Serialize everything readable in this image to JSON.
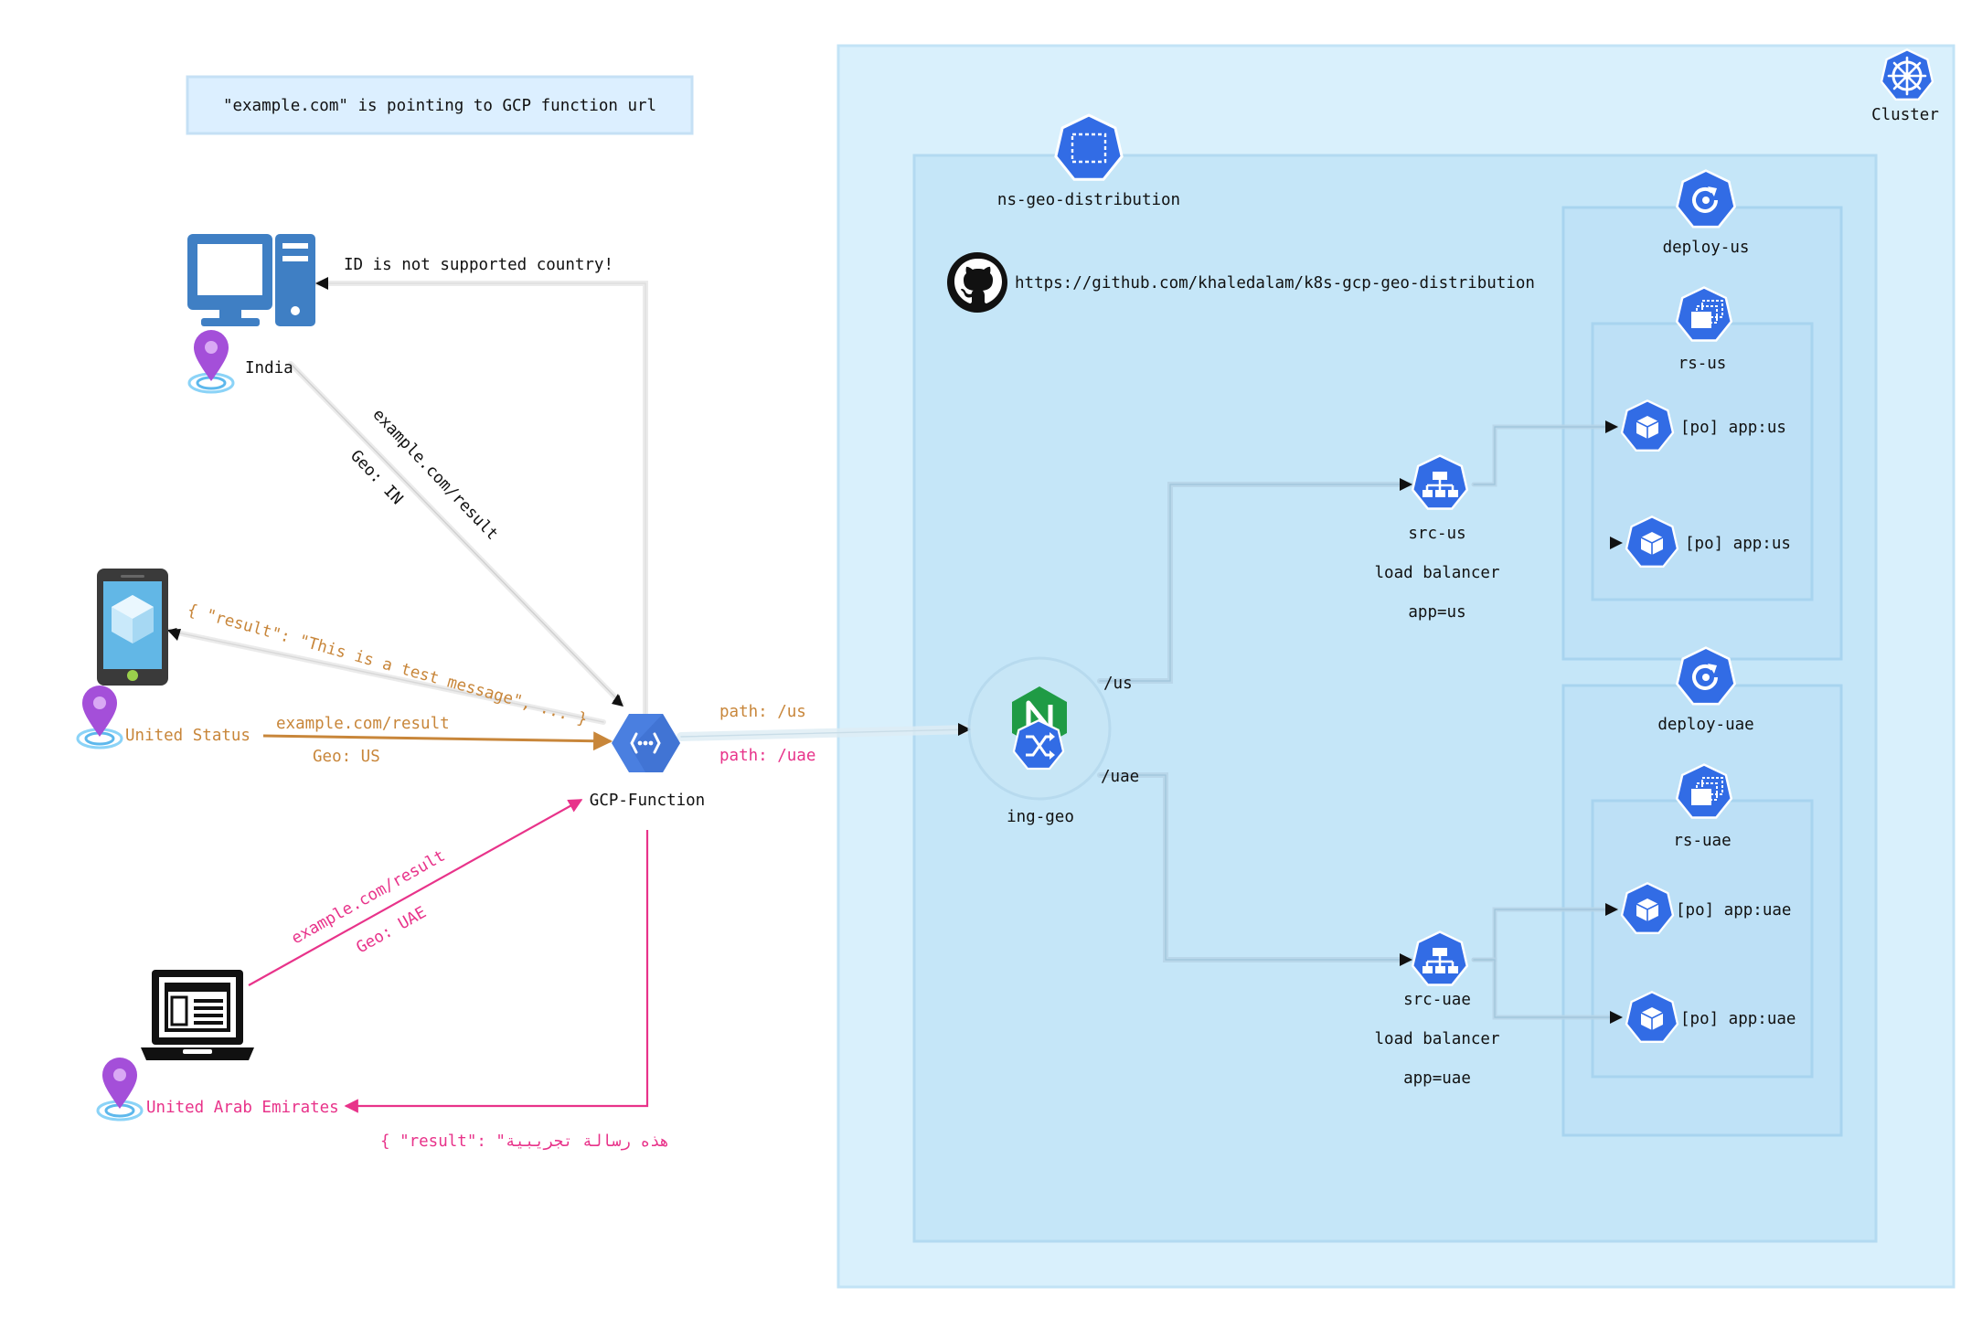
{
  "note": "\"example.com\" is pointing to GCP function url",
  "cluster": {
    "label": "Cluster"
  },
  "namespace": {
    "label": "ns-geo-distribution"
  },
  "github": {
    "url": "https://github.com/khaledalam/k8s-gcp-geo-distribution"
  },
  "clients": {
    "india": {
      "location": "India",
      "request_url": "example.com/result",
      "request_geo": "Geo: IN",
      "response": "ID is not supported country!"
    },
    "us": {
      "location": "United Status",
      "request_url": "example.com/result",
      "request_geo": "Geo: US",
      "response": "{ \"result\": \"This is a test message\", ... }"
    },
    "uae": {
      "location": "United Arab Emirates",
      "request_url": "example.com/result",
      "request_geo": "Geo: UAE",
      "response": "{ \"result\": \"هذه رسالة تجريبية"
    }
  },
  "gcp_function": {
    "label": "GCP-Function",
    "path_us": "path: /us",
    "path_uae": "path: /uae"
  },
  "ingress": {
    "label": "ing-geo",
    "route_us": "/us",
    "route_uae": "/uae"
  },
  "services": {
    "us": {
      "name": "src-us",
      "type": "load balancer",
      "selector": "app=us"
    },
    "uae": {
      "name": "src-uae",
      "type": "load balancer",
      "selector": "app=uae"
    }
  },
  "deployments": {
    "us": {
      "name": "deploy-us",
      "replicaset": "rs-us",
      "pods": [
        "[po] app:us",
        "[po] app:us"
      ]
    },
    "uae": {
      "name": "deploy-uae",
      "replicaset": "rs-uae",
      "pods": [
        "[po] app:uae",
        "[po] app:uae"
      ]
    }
  },
  "colors": {
    "k8s_blue": "#326ce5",
    "orange": "#c8863a",
    "pink": "#e8338a",
    "cluster_bg": "#d9f0fc",
    "namespace_bg": "#c5e6f8",
    "deploy_bg": "#bfe2f7",
    "note_bg": "#dcefff",
    "gcp_blue": "#4a7fe0",
    "nginx_green": "#1f9b45",
    "pin_purple": "#a44fd9"
  },
  "icons": {
    "desktop": "desktop-computer-icon",
    "mobile": "mobile-phone-icon",
    "laptop": "laptop-icon",
    "pin": "location-pin-icon",
    "cluster": "kubernetes-helm-icon",
    "namespace": "namespace-icon",
    "github": "github-icon",
    "gcp": "cloud-functions-icon",
    "ingress": "nginx-ingress-icon",
    "service": "service-icon",
    "deployment": "deployment-icon",
    "replicaset": "replicaset-icon",
    "pod": "pod-icon"
  }
}
